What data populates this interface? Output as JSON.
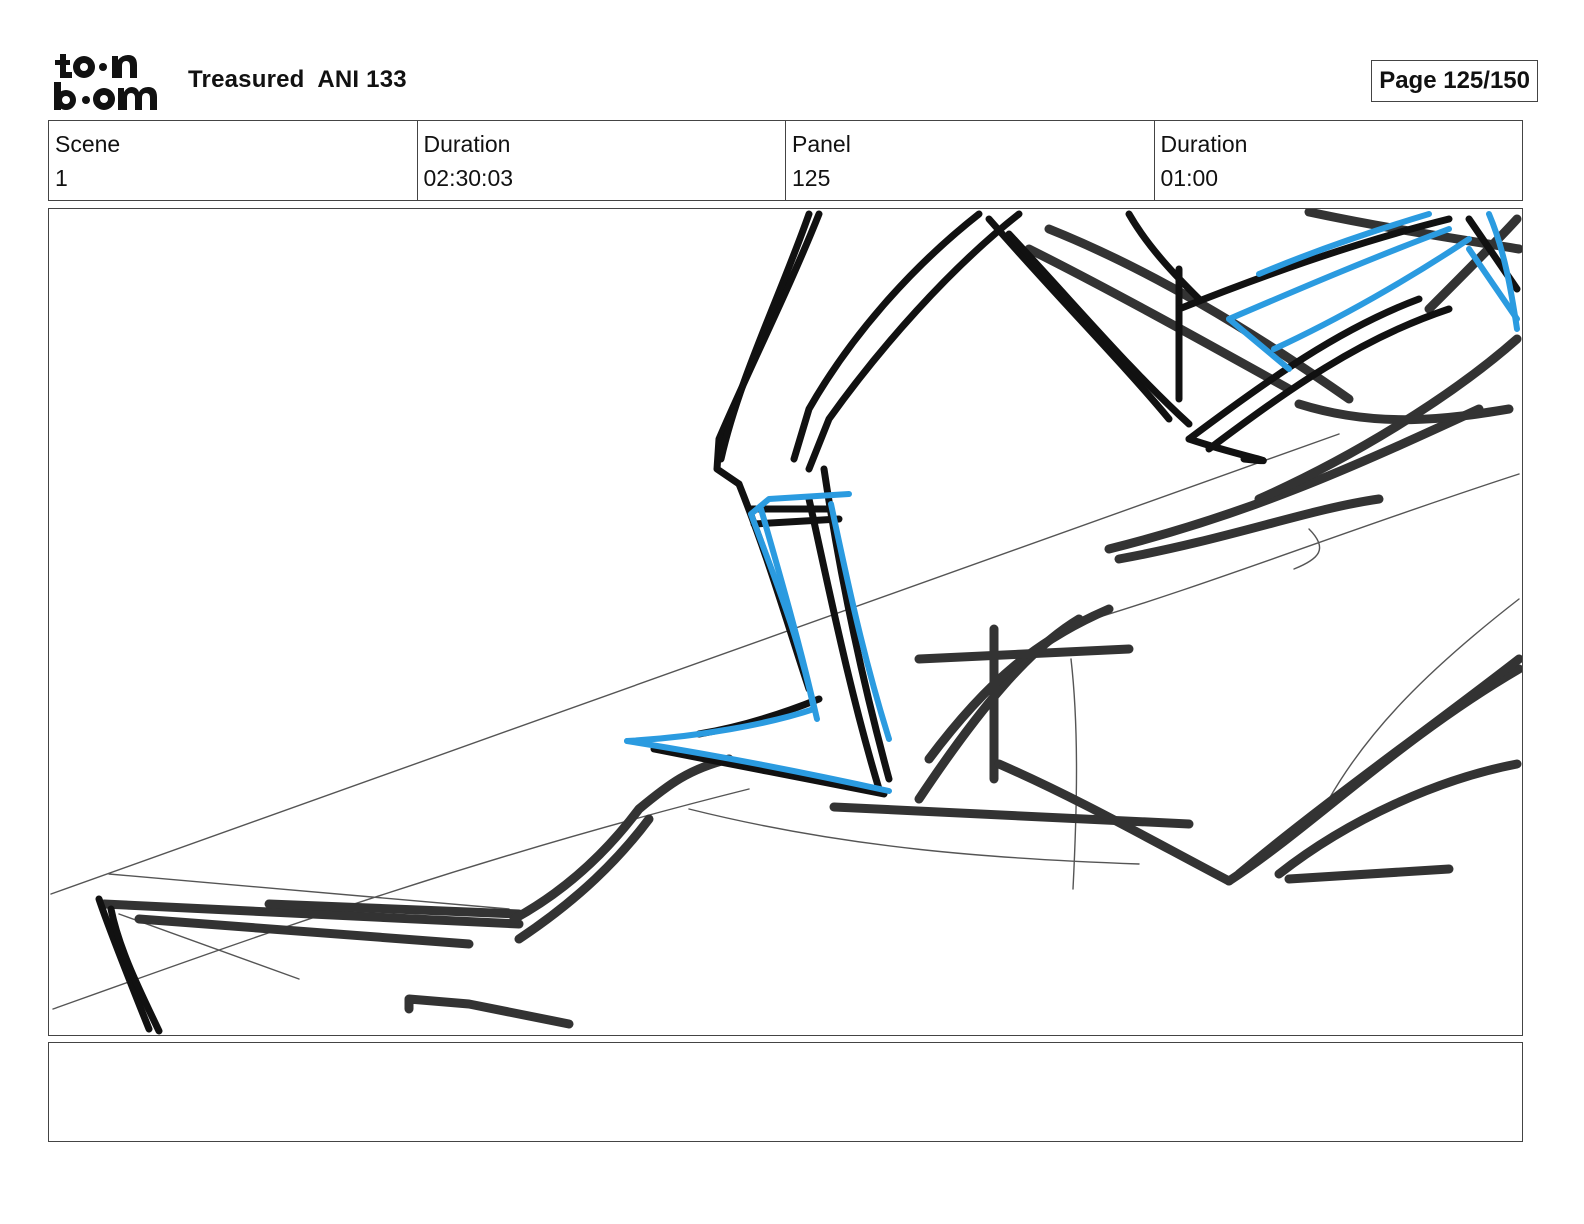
{
  "header": {
    "logo_text": "toon boom",
    "logo_icon": "toon-boom-logo",
    "title": "Treasured  ANI 133",
    "page_label": "Page 125/150"
  },
  "info": {
    "scene": {
      "label": "Scene",
      "value": "1"
    },
    "scene_duration": {
      "label": "Duration",
      "value": "02:30:03"
    },
    "panel": {
      "label": "Panel",
      "value": "125"
    },
    "panel_duration": {
      "label": "Duration",
      "value": "01:00"
    }
  },
  "panel_image": {
    "icon": "storyboard-sketch",
    "ink_color": "#111111",
    "dark_color": "#333333",
    "accent_color": "#2b9be0"
  },
  "notes": {
    "text": ""
  }
}
